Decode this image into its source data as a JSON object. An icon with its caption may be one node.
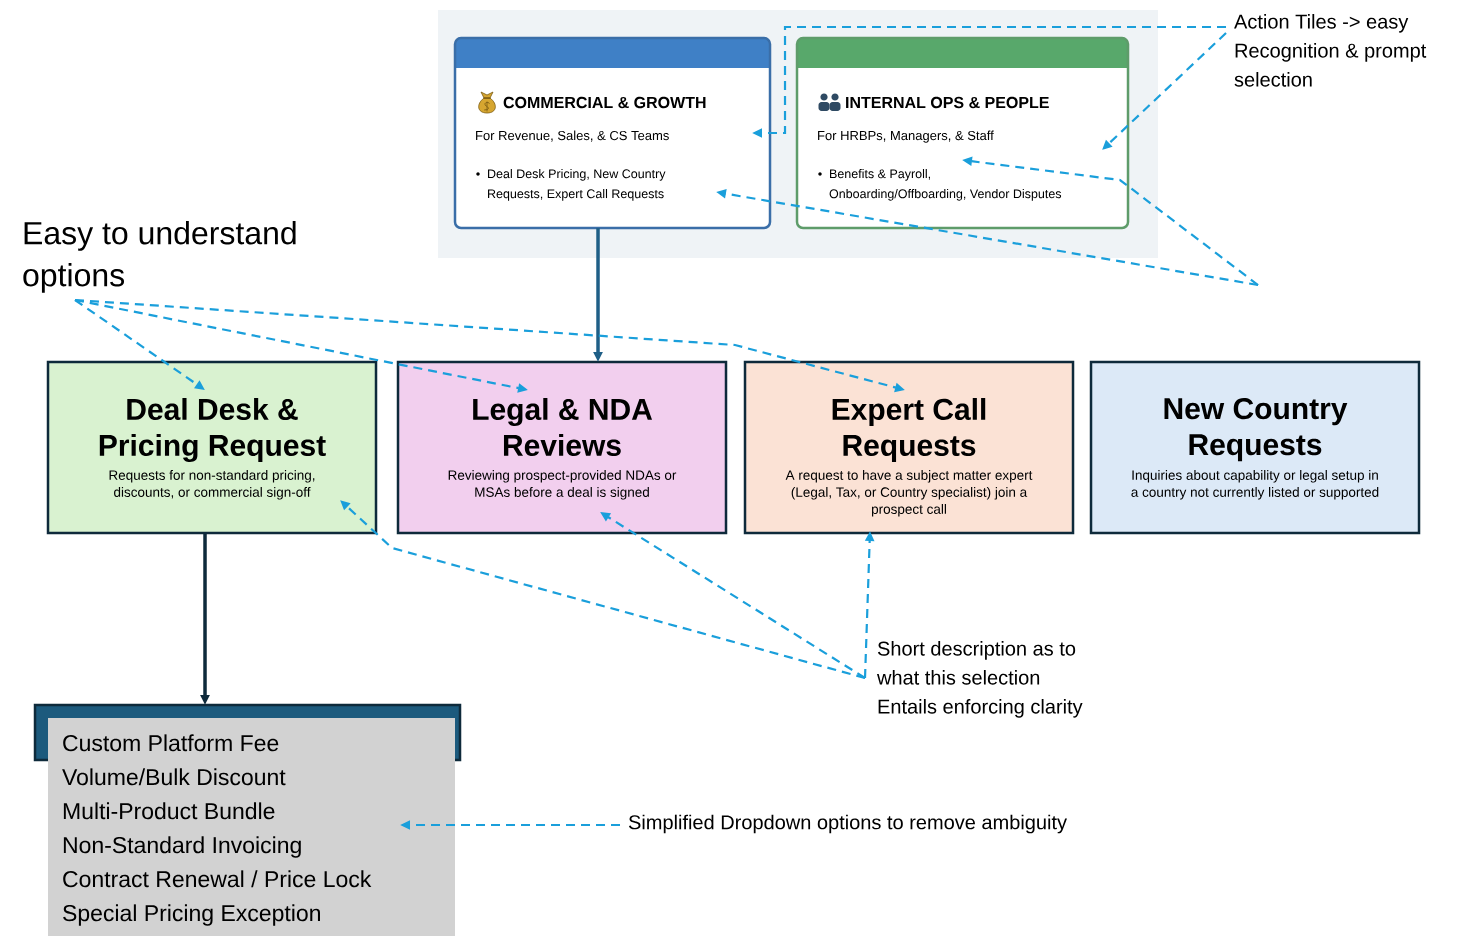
{
  "diagram": {
    "nodes": [
      {
        "text": [
          "COMMERCIAL & GROWTH",
          "For Revenue, Sales, & CS Teams",
          "Deal Desk Pricing, New Country Requests, Expert Call Requests"
        ]
      },
      {
        "text": [
          "INTERNAL OPS & PEOPLE",
          "For HRBPs, Managers, & Staff",
          "Benefits & Payroll, Onboarding/Offboarding, Vendor Disputes"
        ]
      },
      {
        "text": [
          "Action Tiles -> easy Recognition & prompt selection"
        ]
      },
      {
        "text": [
          "Easy to understand options"
        ]
      },
      {
        "text": [
          "Deal Desk & Pricing Request",
          "Requests for non-standard pricing, discounts, or commercial sign-off"
        ]
      },
      {
        "text": [
          "Legal & NDA Reviews",
          "Reviewing prospect-provided NDAs or MSAs before a deal is signed"
        ]
      },
      {
        "text": [
          "Expert Call Requests",
          "A request to have a subject matter expert (Legal, Tax, or Country specialist) join a prospect call"
        ]
      },
      {
        "text": [
          "New Country Requests",
          "Inquiries about capability or legal setup in a country not currently listed or supported"
        ]
      },
      {
        "text": [
          "Custom Platform Fee",
          "Volume/Bulk Discount",
          "Multi-Product Bundle",
          "Non-Standard Invoicing",
          "Contract Renewal / Price Lock",
          "Special Pricing Exception"
        ]
      },
      {
        "text": [
          "Short description as to what this selection Entails enforcing clarity"
        ]
      },
      {
        "text": [
          "Simplified Dropdown options to remove ambiguity"
        ]
      }
    ],
    "edges": [
      {
        "from": 0,
        "to": 5,
        "arrow": "to",
        "color": "#1f5f87"
      },
      {
        "from": 4,
        "to": 8,
        "arrow": "to",
        "color": "#0e2a3b"
      },
      {
        "from": 2,
        "to": 0,
        "arrow": "to",
        "style": "dashed"
      },
      {
        "from": 2,
        "to": 1,
        "arrow": "to",
        "style": "dashed"
      },
      {
        "from": null,
        "to": 0,
        "arrow": "to",
        "style": "dashed"
      },
      {
        "from": null,
        "to": 1,
        "arrow": "to",
        "style": "dashed"
      },
      {
        "from": 3,
        "to": 4,
        "arrow": "to",
        "style": "dashed"
      },
      {
        "from": 3,
        "to": 5,
        "arrow": "to",
        "style": "dashed"
      },
      {
        "from": 3,
        "to": 6,
        "arrow": "to",
        "style": "dashed"
      },
      {
        "from": 9,
        "to": 4,
        "arrow": "to",
        "style": "dashed"
      },
      {
        "from": 9,
        "to": 5,
        "arrow": "to",
        "style": "dashed"
      },
      {
        "from": 9,
        "to": 6,
        "arrow": "to",
        "style": "dashed"
      },
      {
        "from": 10,
        "to": 8,
        "arrow": "to",
        "style": "dashed"
      }
    ]
  }
}
